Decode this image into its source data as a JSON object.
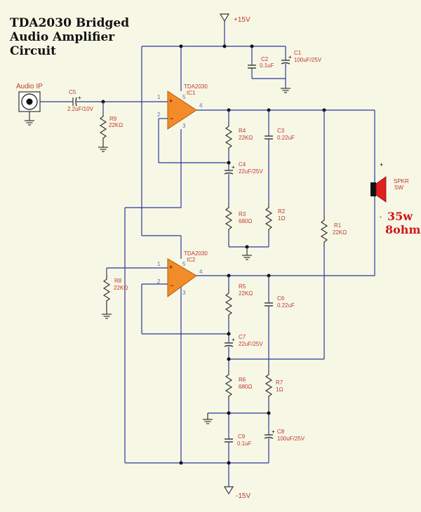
{
  "title": [
    "TDA2030 Bridged",
    "Audio Amplifier",
    "Circuit"
  ],
  "rails": {
    "pos": "+15V",
    "neg": "-15V"
  },
  "input": {
    "label": "Audio IP"
  },
  "ic1": {
    "part": "TDA2030",
    "ref": "IC1"
  },
  "ic2": {
    "part": "TDA2030",
    "ref": "IC2"
  },
  "pins": {
    "p1": "1",
    "p2": "2",
    "p3": "3",
    "p4": "4",
    "p5": "5"
  },
  "components": {
    "c1": {
      "ref": "C1",
      "value": "100uF/25V"
    },
    "c2": {
      "ref": "C2",
      "value": "0.1uF"
    },
    "c3": {
      "ref": "C3",
      "value": "0.22uF"
    },
    "c4": {
      "ref": "C4",
      "value": "22uF/25V"
    },
    "c5": {
      "ref": "C5",
      "value": "2.2uF/10V"
    },
    "c6": {
      "ref": "C6",
      "value": "0.22uF"
    },
    "c7": {
      "ref": "C7",
      "value": "22uF/25V"
    },
    "c8": {
      "ref": "C8",
      "value": "100uF/25V"
    },
    "c9": {
      "ref": "C9",
      "value": "0.1uF"
    },
    "r1": {
      "ref": "R1",
      "value": "22KΩ"
    },
    "r2": {
      "ref": "R2",
      "value": "1Ω"
    },
    "r3": {
      "ref": "R3",
      "value": "680Ω"
    },
    "r4": {
      "ref": "R4",
      "value": "22KΩ"
    },
    "r5": {
      "ref": "R5",
      "value": "22KΩ"
    },
    "r6": {
      "ref": "R6",
      "value": "680Ω"
    },
    "r7": {
      "ref": "R7",
      "value": "1Ω"
    },
    "r8": {
      "ref": "R8",
      "value": "22KΩ"
    },
    "r9": {
      "ref": "R9",
      "value": "22KΩ"
    }
  },
  "speaker": {
    "ref": "SPKR",
    "type": "SW",
    "plus": "+",
    "minus": "-",
    "power": "35w",
    "impedance": "8ohm"
  },
  "colors": {
    "wire": "#2a3a9a",
    "opamp": "#f28c28",
    "speaker": "#e02020",
    "label": "#c0392b",
    "background": "#f7f7e6"
  }
}
